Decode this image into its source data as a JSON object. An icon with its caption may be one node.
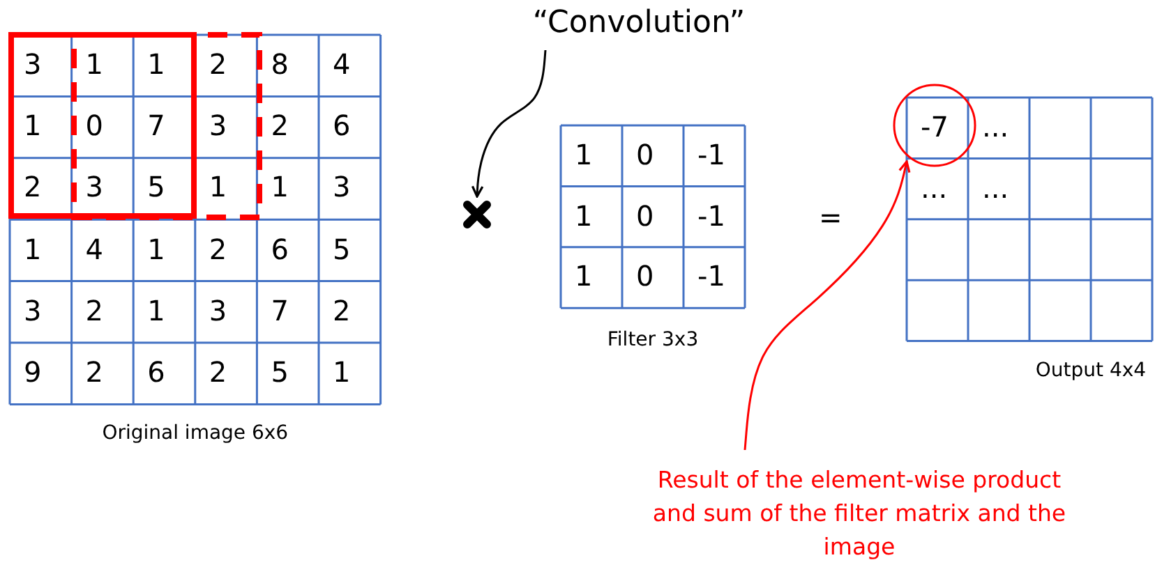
{
  "diagram": {
    "nodes": [
      {
        "text": [
          "“Convolution”"
        ]
      },
      {
        "text": [],
        "shape": "cross"
      },
      {
        "text": [
          "Result of the element-wise product and sum of the filter matrix and the image"
        ]
      },
      {
        "text": [],
        "shape": "circle"
      }
    ],
    "edges": [
      {
        "from": 0,
        "to": 1,
        "arrow": "to"
      },
      {
        "from": 2,
        "to": 3,
        "arrow": "to",
        "color": "#ff0000"
      }
    ],
    "labels": [
      "3",
      "1",
      "1",
      "2",
      "8",
      "4",
      "1",
      "0",
      "7",
      "3",
      "2",
      "6",
      "2",
      "3",
      "5",
      "1",
      "1",
      "3",
      "1",
      "4",
      "1",
      "2",
      "6",
      "5",
      "3",
      "2",
      "1",
      "3",
      "7",
      "2",
      "9",
      "2",
      "6",
      "2",
      "5",
      "1",
      "Original image 6x6",
      "1",
      "0",
      "-1",
      "1",
      "0",
      "-1",
      "1",
      "0",
      "-1",
      "Filter 3x3",
      "=",
      "-7",
      "...",
      "...",
      "...",
      "Output 4x4"
    ]
  }
}
